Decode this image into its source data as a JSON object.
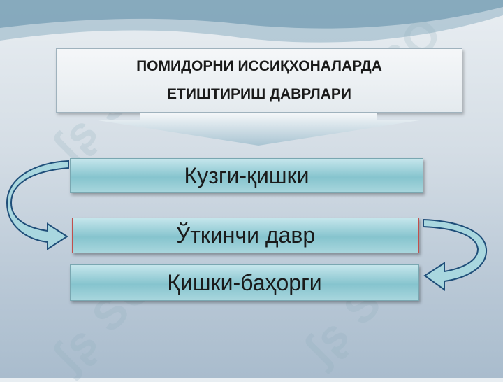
{
  "title": {
    "line1": "ПОМИДОРНИ ИССИҚХОНАЛАРДА",
    "line2": "ЕТИШТИРИШ ДАВРЛАРИ"
  },
  "stages": [
    {
      "label": "Кузги-қишки"
    },
    {
      "label": "Ўткинчи давр"
    },
    {
      "label": "Қишки-баҳорги"
    }
  ],
  "colors": {
    "stage_fill": "#86c4ce",
    "arrow_fill": "#a9d7df",
    "arrow_outline": "#1f4e79",
    "highlight_border": "#c0504d"
  }
}
